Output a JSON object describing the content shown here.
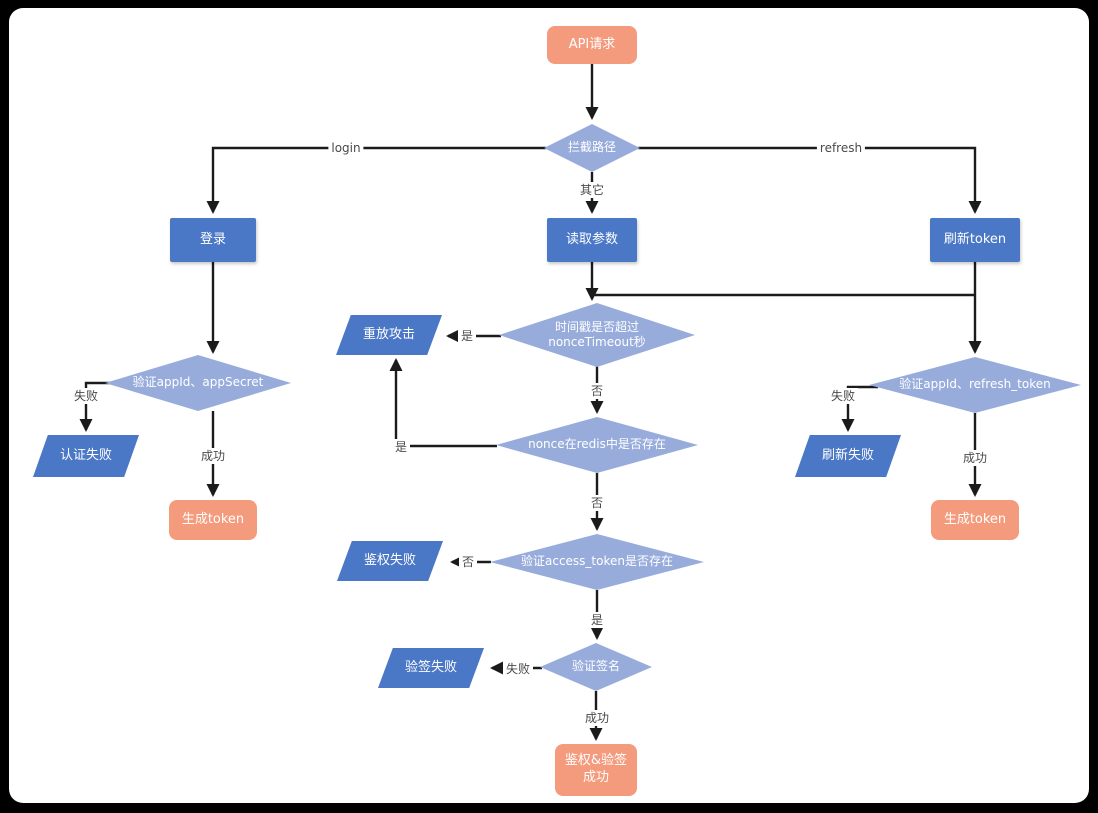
{
  "colors": {
    "terminal": "#F49B7D",
    "process": "#4A77C6",
    "decision": "#98ACDC",
    "line": "#1B1B1B"
  },
  "nodes": {
    "api_request": "API请求",
    "intercept_path": "拦截路径",
    "login": "登录",
    "read_params": "读取参数",
    "refresh_token": "刷新token",
    "timestamp_check": "时间戳是否超过nonceTimeout秒",
    "replay_attack": "重放攻击",
    "verify_appid_secret": "验证appId、appSecret",
    "auth_fail": "认证失败",
    "gen_token_left": "生成token",
    "nonce_check": "nonce在redis中是否存在",
    "access_token_check": "验证access_token是否存在",
    "authz_fail": "鉴权失败",
    "verify_signature": "验证签名",
    "sign_fail": "验签失败",
    "final_success": "鉴权&验签成功",
    "verify_appid_refresh": "验证appId、refresh_token",
    "refresh_fail": "刷新失败",
    "gen_token_right": "生成token"
  },
  "edge_labels": {
    "login_branch": "login",
    "refresh_branch": "refresh",
    "other_branch": "其它",
    "timestamp_yes": "是",
    "timestamp_no": "否",
    "nonce_yes": "是",
    "nonce_no": "否",
    "access_no": "否",
    "access_yes": "是",
    "sign_fail": "失败",
    "sign_success": "成功",
    "login_fail": "失败",
    "login_success": "成功",
    "refresh_fail": "失败",
    "refresh_success": "成功"
  }
}
